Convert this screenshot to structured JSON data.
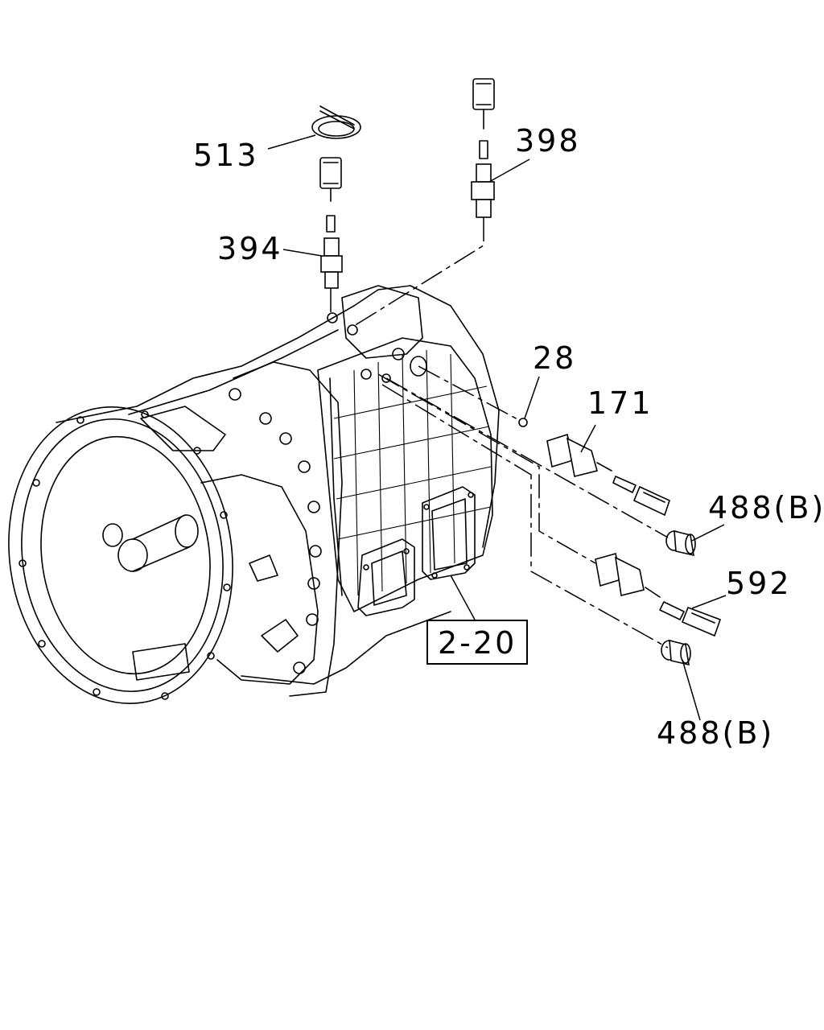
{
  "callouts": {
    "c513": "513",
    "c398": "398",
    "c394": "394",
    "c28": "28",
    "c171": "171",
    "c488_upper": "488(B)",
    "c592": "592",
    "c488_lower": "488(B)",
    "ref": "2-20"
  },
  "parts": [
    {
      "number": "513",
      "depicts": "clip"
    },
    {
      "number": "398",
      "depicts": "switch-with-connector"
    },
    {
      "number": "394",
      "depicts": "switch-with-connector"
    },
    {
      "number": "28",
      "depicts": "ball"
    },
    {
      "number": "171",
      "depicts": "switch-with-connector"
    },
    {
      "number": "488(B)",
      "depicts": "plug"
    },
    {
      "number": "592",
      "depicts": "switch-with-connector"
    }
  ],
  "colors": {
    "line": "#000000",
    "background": "#ffffff"
  }
}
